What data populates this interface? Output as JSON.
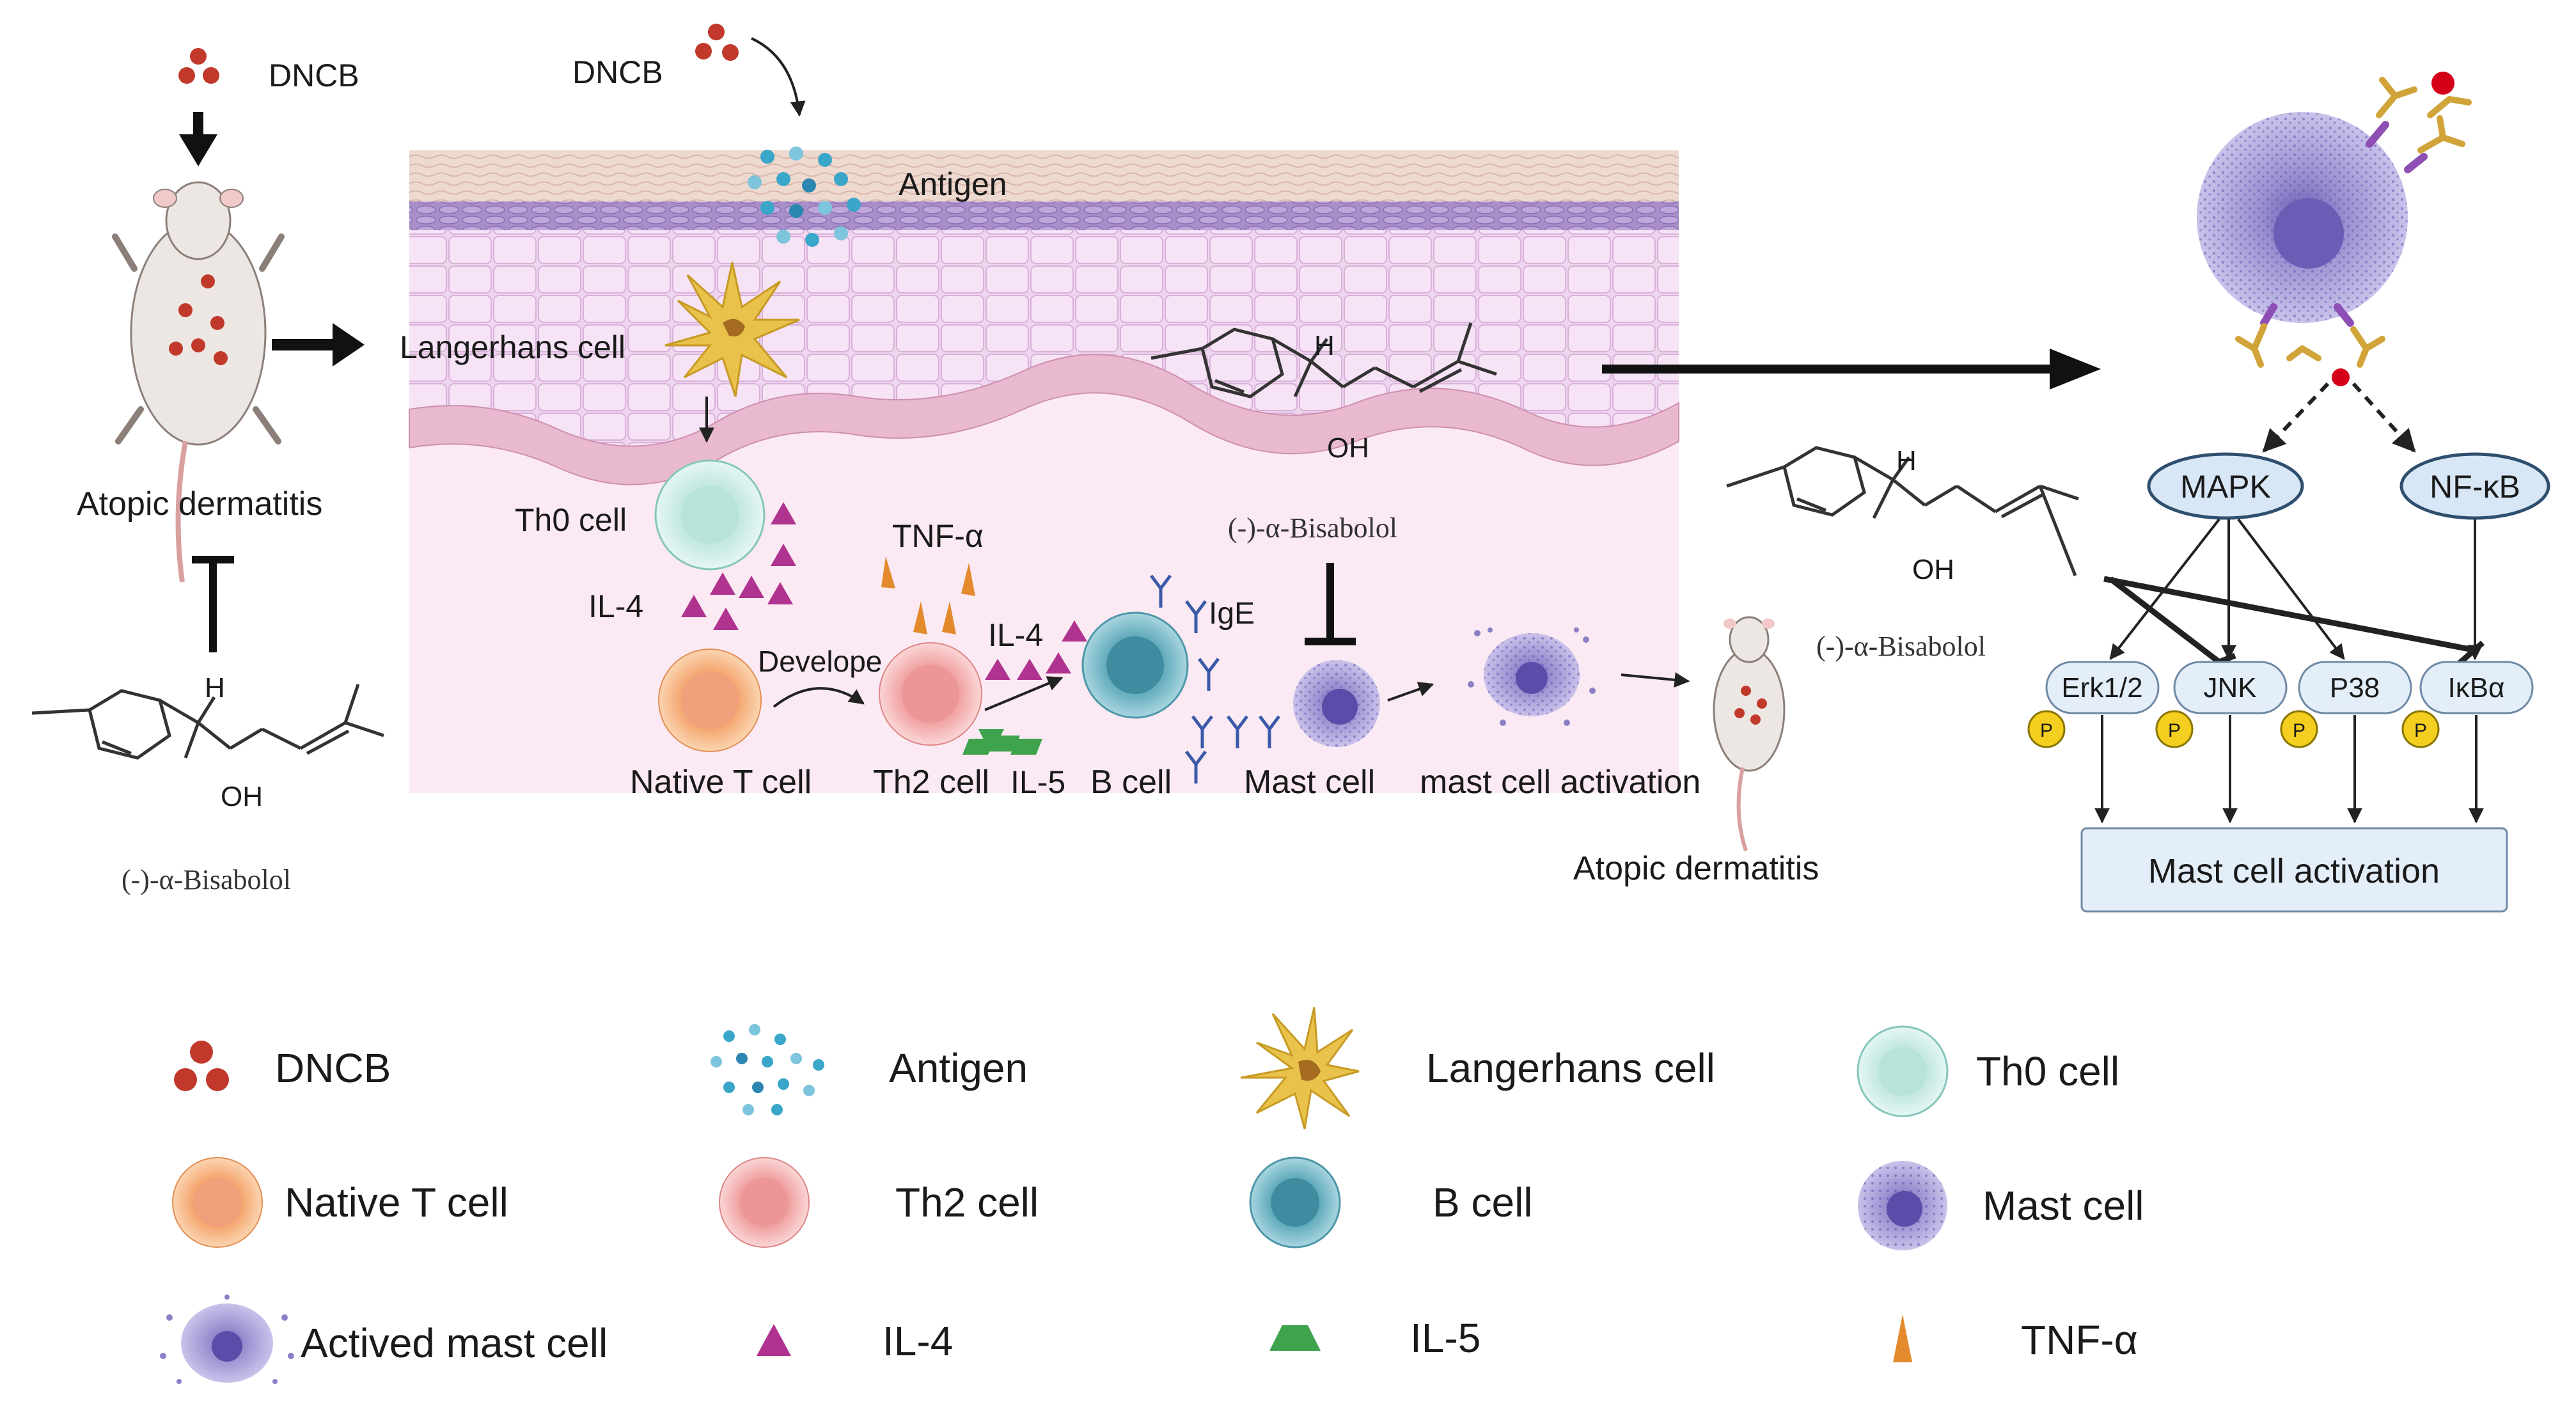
{
  "labels": {
    "dncb_top_left": "DNCB",
    "dncb_top_mid": "DNCB",
    "antigen": "Antigen",
    "langerhans": "Langerhans cell",
    "atopic_left": "Atopic dermatitis",
    "th0": "Th0 cell",
    "il4_a": "IL-4",
    "tnf": "TNF-α",
    "il4_b": "IL-4",
    "ige": "IgE",
    "develope": "Develope",
    "native_t": "Native T cell",
    "th2": "Th2 cell",
    "il5": "IL-5",
    "bcell": "B cell",
    "mast": "Mast cell",
    "mast_activation": "mast cell activation",
    "atopic_right": "Atopic dermatitis",
    "bisabolol": "(-)-α-Bisabolol",
    "chem_h": "H",
    "chem_oh": "OH"
  },
  "pathway": {
    "mapk": "MAPK",
    "nfkb": "NF-κB",
    "erk": "Erk1/2",
    "jnk": "JNK",
    "p38": "P38",
    "ikba": "IκBα",
    "phospho": "P",
    "result": "Mast cell activation"
  },
  "legend": [
    {
      "icon": "dncb-icon",
      "label": "DNCB"
    },
    {
      "icon": "antigen-icon",
      "label": "Antigen"
    },
    {
      "icon": "langerhans-cell-icon",
      "label": "Langerhans cell"
    },
    {
      "icon": "th0-cell-icon",
      "label": "Th0 cell"
    },
    {
      "icon": "native-t-cell-icon",
      "label": "Native T cell"
    },
    {
      "icon": "th2-cell-icon",
      "label": "Th2 cell"
    },
    {
      "icon": "b-cell-icon",
      "label": "B cell"
    },
    {
      "icon": "mast-cell-icon",
      "label": "Mast cell"
    },
    {
      "icon": "activated-mast-cell-icon",
      "label": "Actived mast cell"
    },
    {
      "icon": "il4-icon",
      "label": "IL-4"
    },
    {
      "icon": "il5-icon",
      "label": "IL-5"
    },
    {
      "icon": "tnf-alpha-icon",
      "label": "TNF-α"
    }
  ],
  "colors": {
    "dncb": "#c0392b",
    "antigen": "#3aa6c9",
    "il4": "#b0338f",
    "il5": "#3fa34d",
    "tnf": "#e38a2c",
    "native_t": "#f3a46f",
    "th2": "#ef8f8f",
    "th0": "#a9dcd3",
    "b_cell": "#5aa6b8",
    "mast": "#8b7fc6",
    "langerhans": "#e8c24a",
    "pathway_node": "#d8e7f5",
    "pathway_stroke": "#2f4f6e"
  }
}
